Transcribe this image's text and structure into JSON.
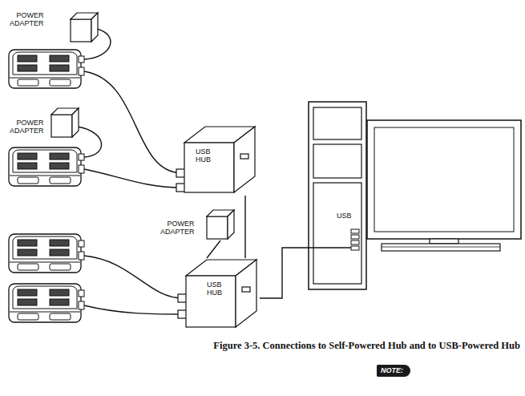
{
  "diagram": {
    "caption": "Figure 3-5. Connections to Self-Powered Hub and to USB-Powered Hub",
    "nodes": [
      {
        "text": [
          "POWER ADAPTER"
        ]
      },
      {
        "text": [
          "POWER ADAPTER"
        ]
      },
      {
        "text": [
          "USB HUB"
        ]
      },
      {
        "text": [
          "POWER ADAPTER"
        ]
      },
      {
        "text": [
          "USB HUB"
        ]
      },
      {
        "text": [
          "USB"
        ]
      }
    ],
    "edges": [
      {
        "from": 2,
        "to": 4,
        "arrow": "none"
      },
      {
        "from": 3,
        "to": 4,
        "arrow": "none"
      },
      {
        "from": 4,
        "to": 5,
        "arrow": "none"
      }
    ],
    "labels": [
      "NOTE:"
    ]
  }
}
